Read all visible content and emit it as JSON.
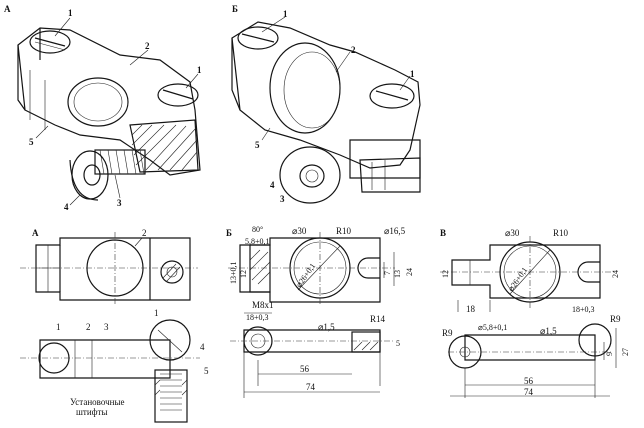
{
  "panels": {
    "iso_a": {
      "letter": "А",
      "callouts": [
        "1",
        "2",
        "1",
        "5",
        "4",
        "3"
      ]
    },
    "iso_b": {
      "letter": "Б",
      "callouts": [
        "1",
        "2",
        "1",
        "5",
        "4",
        "3"
      ]
    },
    "draw_a": {
      "letter": "А",
      "callouts_top": [
        "2"
      ],
      "callouts_side": [
        "1",
        "2",
        "3",
        "1",
        "4",
        "5"
      ],
      "caption_line1": "Установочные",
      "caption_line2": "штифты"
    },
    "draw_b": {
      "letter": "Б",
      "dims": [
        "80°",
        "5,8+0,1",
        "⌀30",
        "R10",
        "⌀16,5",
        "13+0,1",
        "12",
        "⌀26+0,1",
        "7",
        "13",
        "24",
        "M8x1",
        "18+0,3",
        "R14",
        "⌀1,5",
        "5",
        "56",
        "74"
      ]
    },
    "draw_c": {
      "letter": "В",
      "dims": [
        "⌀30",
        "R10",
        "12",
        "⌀26+0,1",
        "24",
        "18",
        "18+0,3",
        "R9",
        "⌀5,8+0,1",
        "⌀1,5",
        "R9",
        "27",
        "9",
        "56",
        "74"
      ]
    }
  }
}
